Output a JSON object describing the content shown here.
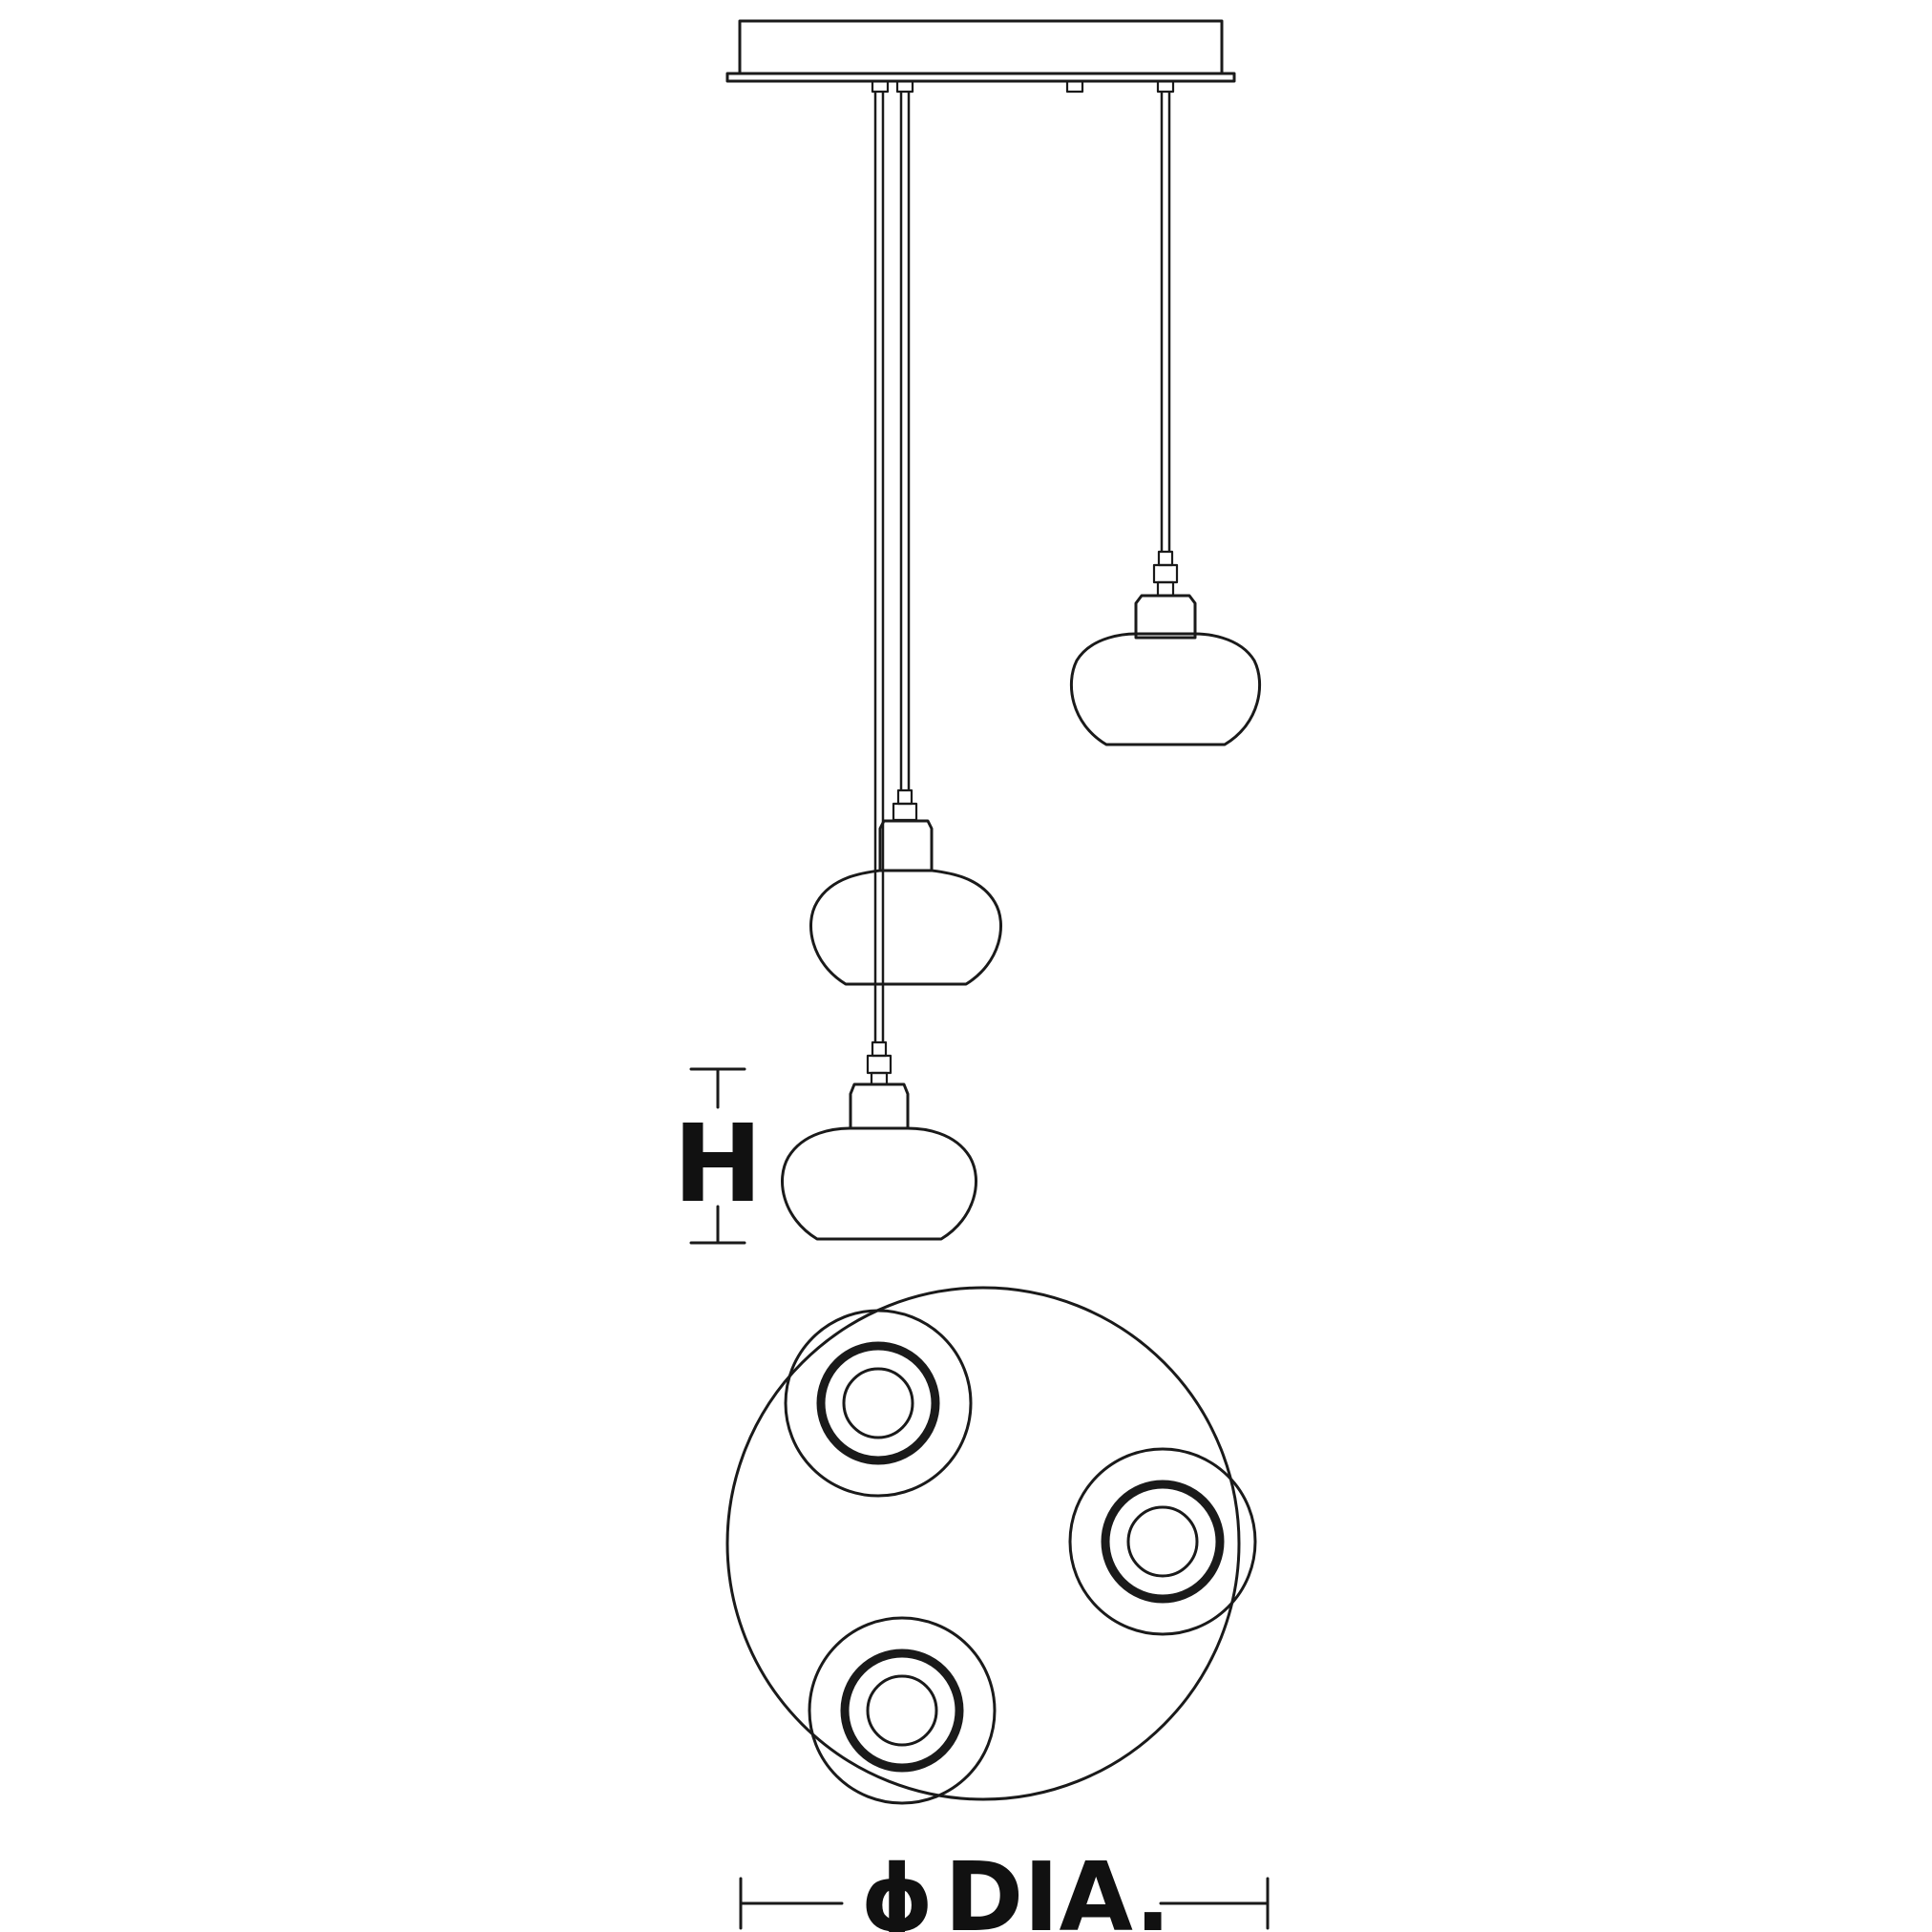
{
  "dimensions": {
    "height_label": "H",
    "diameter_symbol": "ϕ",
    "diameter_label": "DIA."
  },
  "colors": {
    "line": "#1a1a1a",
    "background": "#ffffff"
  }
}
